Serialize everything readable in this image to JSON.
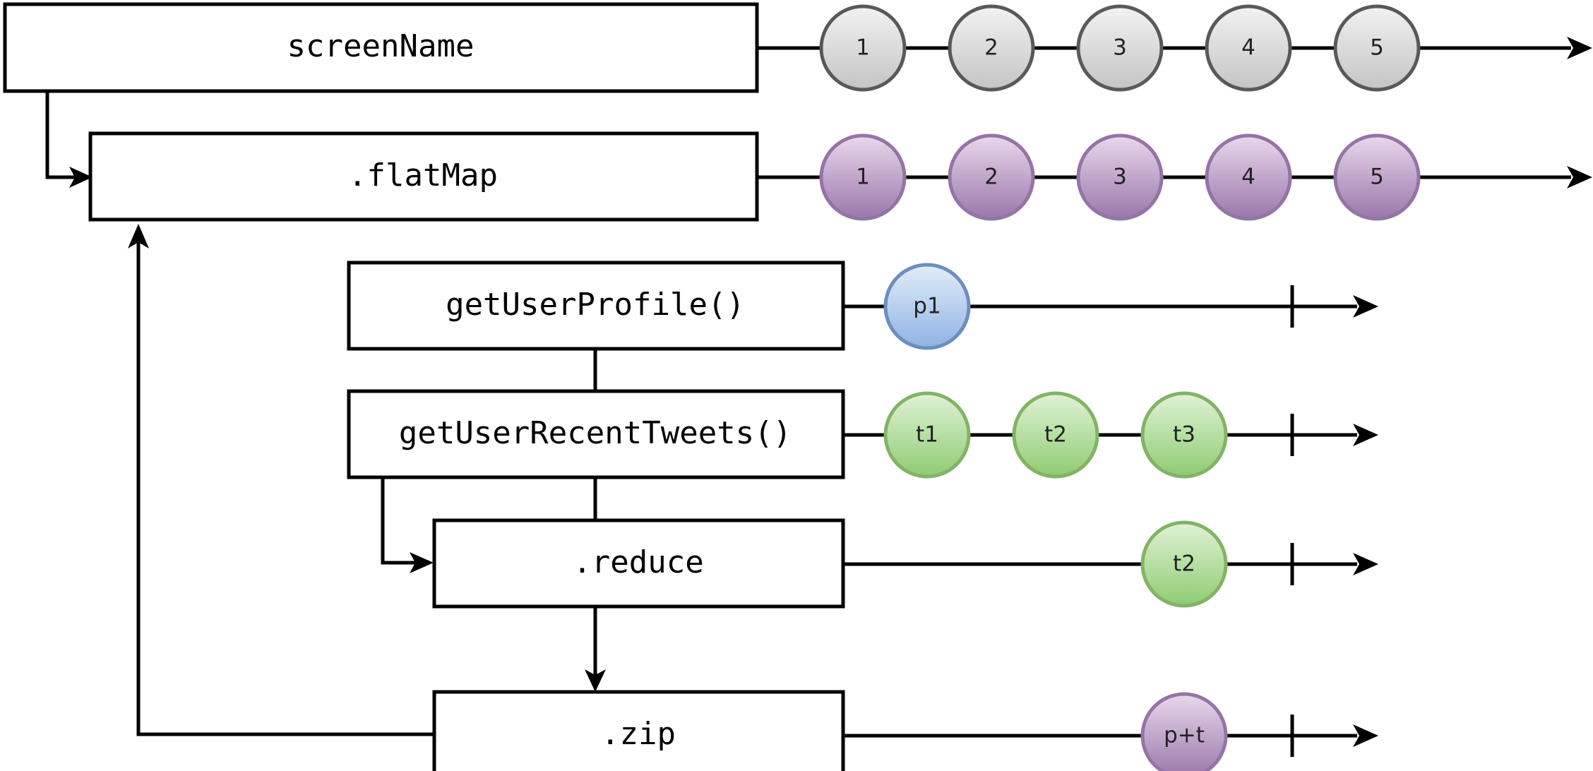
{
  "colors": {
    "stroke": "#000000",
    "gray_fill_top": "#f2f2f2",
    "gray_fill_bottom": "#c4c4c4",
    "gray_stroke": "#595959",
    "purple_fill_top": "#e8d8ec",
    "purple_fill_bottom": "#9a77a9",
    "purple_stroke": "#9673a6",
    "blue_fill_top": "#e2edf9",
    "blue_fill_bottom": "#8fb2e3",
    "blue_stroke": "#6c8ebf",
    "green_fill_top": "#e0f2d6",
    "green_fill_bottom": "#8fcb72",
    "green_stroke": "#82b366"
  },
  "operators": [
    {
      "key": "screenName",
      "label": "screenName"
    },
    {
      "key": "flatMap",
      "label": ".flatMap"
    },
    {
      "key": "getUserProfile",
      "label": "getUserProfile()"
    },
    {
      "key": "getUserRecentTweets",
      "label": "getUserRecentTweets()"
    },
    {
      "key": "reduce",
      "label": ".reduce"
    },
    {
      "key": "zip",
      "label": ".zip"
    }
  ],
  "timelines": [
    {
      "key": "screenName",
      "completes": false,
      "marbles": [
        {
          "label": "1",
          "color": "gray"
        },
        {
          "label": "2",
          "color": "gray"
        },
        {
          "label": "3",
          "color": "gray"
        },
        {
          "label": "4",
          "color": "gray"
        },
        {
          "label": "5",
          "color": "gray"
        }
      ]
    },
    {
      "key": "flatMap",
      "completes": false,
      "marbles": [
        {
          "label": "1",
          "color": "purple"
        },
        {
          "label": "2",
          "color": "purple"
        },
        {
          "label": "3",
          "color": "purple"
        },
        {
          "label": "4",
          "color": "purple"
        },
        {
          "label": "5",
          "color": "purple"
        }
      ]
    },
    {
      "key": "getUserProfile",
      "completes": true,
      "marbles": [
        {
          "label": "p1",
          "color": "blue"
        }
      ]
    },
    {
      "key": "getUserRecentTweets",
      "completes": true,
      "marbles": [
        {
          "label": "t1",
          "color": "green"
        },
        {
          "label": "t2",
          "color": "green"
        },
        {
          "label": "t3",
          "color": "green"
        }
      ]
    },
    {
      "key": "reduce",
      "completes": true,
      "marbles": [
        {
          "label": "t2",
          "color": "green"
        }
      ]
    },
    {
      "key": "zip",
      "completes": true,
      "marbles": [
        {
          "label": "p+t",
          "color": "purple"
        }
      ]
    }
  ]
}
